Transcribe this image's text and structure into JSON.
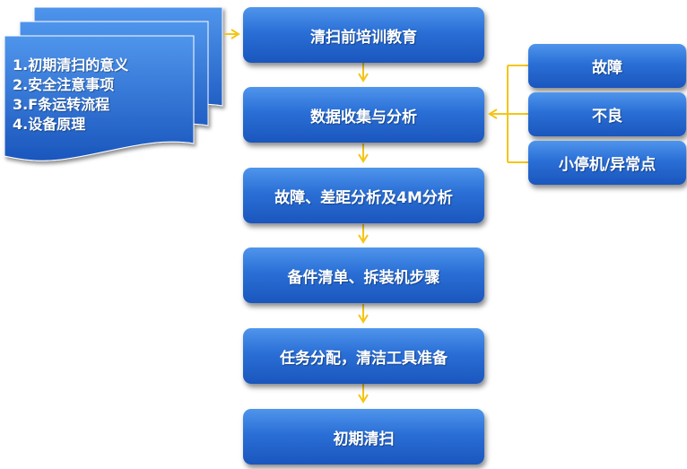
{
  "left_document": {
    "items": [
      "1.初期清扫的意义",
      "2.安全注意事项",
      "3.F条运转流程",
      "4.设备原理"
    ]
  },
  "steps": [
    "清扫前培训教育",
    "数据收集与分析",
    "故障、差距分析及4M分析",
    "备件清单、拆装机步骤",
    "任务分配，清洁工具准备",
    "初期清扫"
  ],
  "inputs": [
    "故障",
    "不良",
    "小停机/异常点"
  ],
  "colors": {
    "box_top": "#4f95ec",
    "box_bottom": "#1a56bd",
    "connector": "#f5c518",
    "text": "#ffffff"
  }
}
